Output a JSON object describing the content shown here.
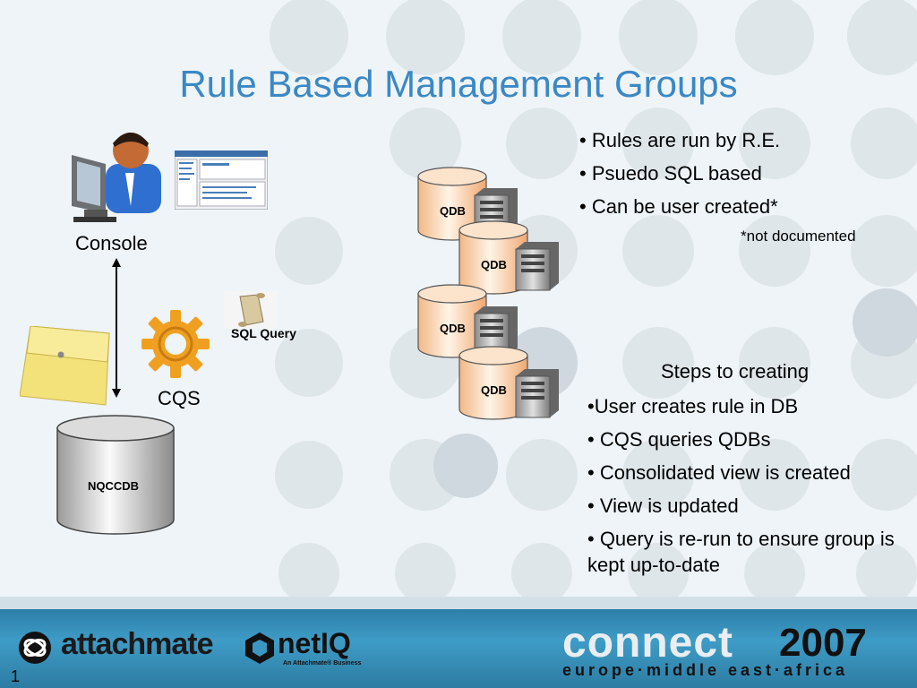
{
  "title": "Rule Based Management Groups",
  "labels": {
    "console": "Console",
    "cqs": "CQS",
    "sql_query": "SQL Query",
    "nqccdb": "NQCCDB",
    "qdb": "QDB"
  },
  "bullets": [
    "• Rules are run by R.E.",
    "• Psuedo SQL based",
    "• Can be user created*"
  ],
  "note": "*not documented",
  "steps": {
    "title": "Steps to creating",
    "items": [
      "•User creates rule in DB",
      "• CQS queries QDBs",
      "• Consolidated view is created",
      "• View is updated",
      "• Query is re-run to ensure group is kept up-to-date"
    ]
  },
  "footer": {
    "attachmate": "attachmate",
    "netiq": "netIQ",
    "netiq_sub": "An Attachmate® Business",
    "connect": "connect",
    "year": "2007",
    "region": "europe·middle east·africa",
    "page": "1"
  },
  "colors": {
    "title": "#3b88c4",
    "qdb_fill": "#f7c89a",
    "footer": "#3a97c2"
  }
}
